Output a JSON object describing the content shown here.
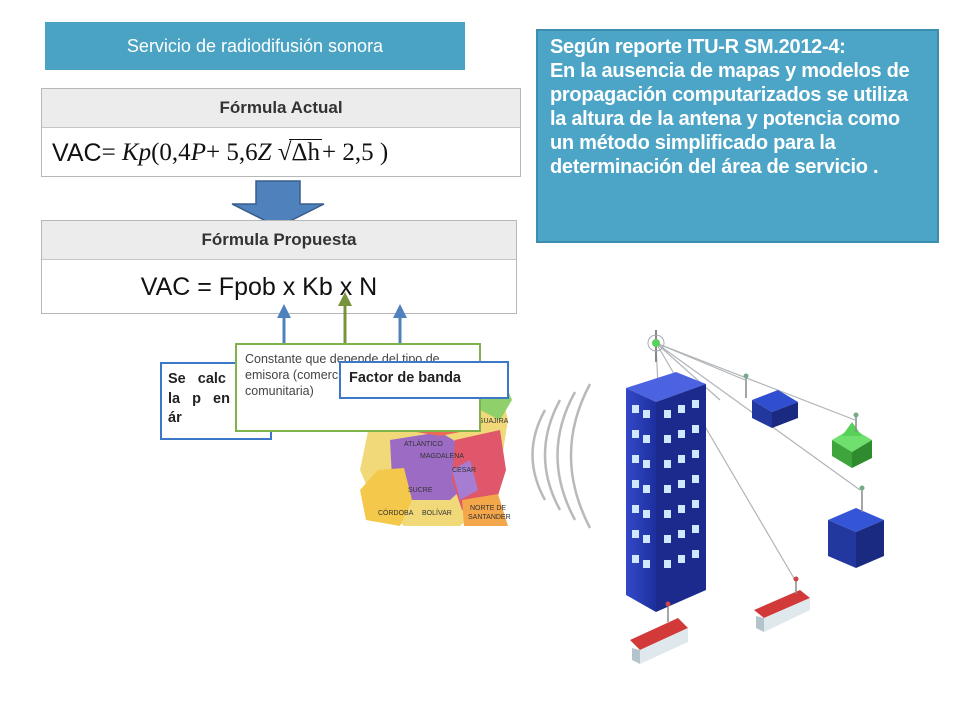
{
  "banner": {
    "title": "Servicio de radiodifusión sonora"
  },
  "formula_actual": {
    "header": "Fórmula Actual",
    "vac": "VAC",
    "equals": "=",
    "kp": "Kp",
    "part1": " (0,4",
    "p": "P",
    "part2": " + 5,6 ",
    "z": "Z",
    "radical": "√",
    "dh": "Δh",
    "part3": " + 2,5 )"
  },
  "formula_propuesta": {
    "header": "Fórmula Propuesta",
    "expression": "VAC = Fpob x Kb x N"
  },
  "itu_note": {
    "heading": "Según reporte ITU-R  SM.2012-4:",
    "body": "En la ausencia de mapas y modelos de propagación computarizados se utiliza la altura de la antena y potencia como un método simplificado para la determinación del área de servicio ."
  },
  "callouts": {
    "population": "Se calc de la p en el ár",
    "constant": "Constante que depende del tipo de emisora (comercial, de interés público, comunitaria)",
    "band": "Factor de banda"
  },
  "map": {
    "labels": [
      "ATLÁNTICO",
      "GUAJIRA",
      "MAGDALENA",
      "CESAR",
      "SUCRE",
      "CÓRDOBA",
      "BOLÍVAR",
      "NORTE DE",
      "SANTANDER"
    ]
  },
  "colors": {
    "banner": "#4aa3c3",
    "itu_box": "#4ca5c6",
    "arrow": "#4f81bd",
    "callout_blue": "#3c78c8",
    "callout_green": "#7fb24b",
    "building": "#2a3fb6",
    "house_roof_red": "#d23a3a",
    "house_green": "#46c448"
  }
}
